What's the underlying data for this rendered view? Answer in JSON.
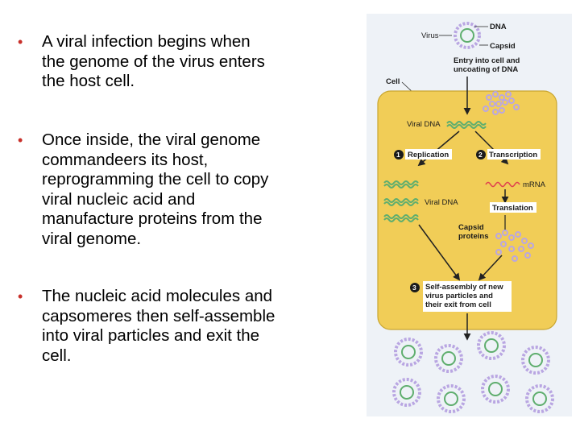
{
  "bullets": [
    {
      "marker": "•",
      "text": "A viral infection begins when\nthe genome of the virus enters\nthe host cell."
    },
    {
      "marker": "•",
      "text": "Once inside, the viral genome\ncommandeers its host,\nreprogramming the cell to copy\nviral nucleic acid and\nmanufacture proteins from the\nviral genome."
    },
    {
      "marker": "•",
      "text": "The nucleic acid molecules and\ncapsomeres then self-assemble\ninto viral particles and exit the\ncell."
    }
  ],
  "diagram": {
    "virus": "Virus",
    "dna": "DNA",
    "capsid": "Capsid",
    "entry_line1": "Entry into cell and",
    "entry_line2": "uncoating of DNA",
    "cell": "Cell",
    "viral_dna_top": "Viral DNA",
    "step1_number": "1",
    "replication": "Replication",
    "step2_number": "2",
    "transcription": "Transcription",
    "mrna": "mRNA",
    "viral_dna_mid": "Viral DNA",
    "translation": "Translation",
    "capsid_proteins_line1": "Capsid",
    "capsid_proteins_line2": "proteins",
    "step3_number": "3",
    "self_assembly_line1": "Self-assembly of new",
    "self_assembly_line2": "virus particles and",
    "self_assembly_line3": "their exit from cell"
  },
  "colors": {
    "bullet_marker": "#c8302a",
    "cell_fill": "#f1cd57",
    "cell_border": "#c9a630",
    "panel_bg": "#eef2f7",
    "dna_green": "#5fae6e",
    "mrna_red": "#e0434f",
    "capsid_purple": "#b9a6e2",
    "label_box": "#ffffff"
  }
}
